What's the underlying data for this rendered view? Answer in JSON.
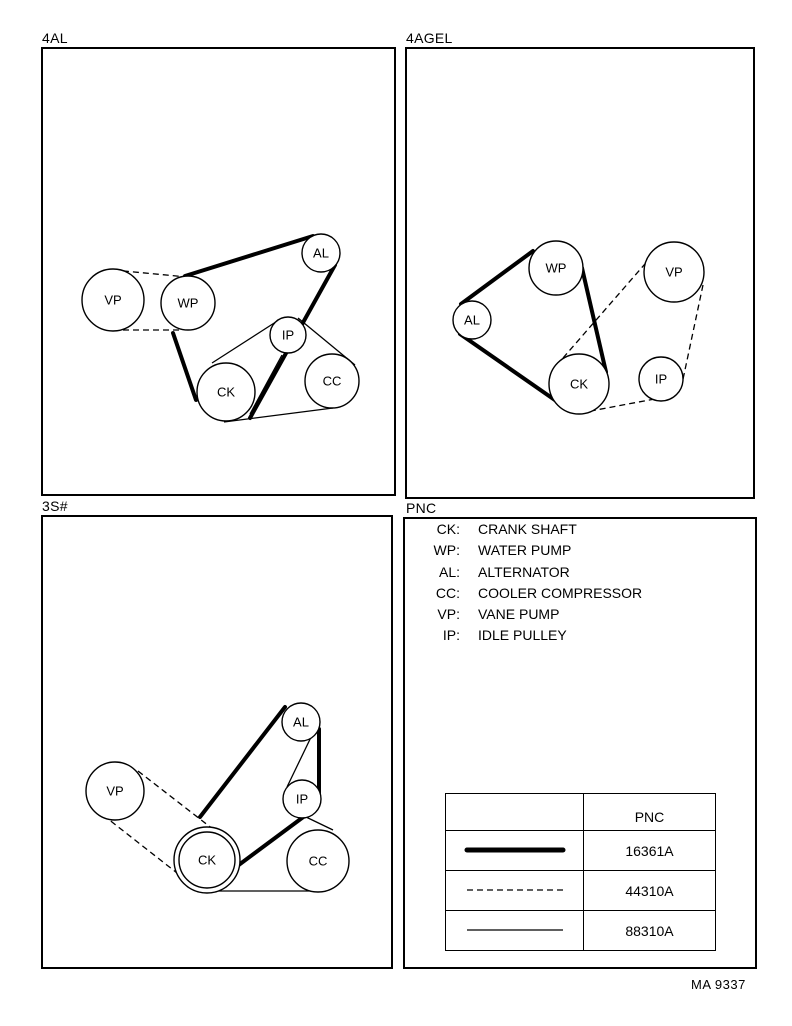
{
  "panels": {
    "p1_label": "4AL",
    "p2_label": "4AGEL",
    "p3_label": "3S#",
    "p4_label": "PNC"
  },
  "pulleys": {
    "ck": "CK",
    "wp": "WP",
    "al": "AL",
    "cc": "CC",
    "vp": "VP",
    "ip": "IP"
  },
  "legend": {
    "items": [
      {
        "abbr": "CK:",
        "desc": "CRANK SHAFT"
      },
      {
        "abbr": "WP:",
        "desc": "WATER PUMP"
      },
      {
        "abbr": "AL:",
        "desc": "ALTERNATOR"
      },
      {
        "abbr": "CC:",
        "desc": "COOLER COMPRESSOR"
      },
      {
        "abbr": "VP:",
        "desc": "VANE PUMP"
      },
      {
        "abbr": "IP:",
        "desc": "IDLE PULLEY"
      }
    ]
  },
  "pnc_table": {
    "header": "PNC",
    "rows": [
      {
        "line_style": "thick",
        "code": "16361A"
      },
      {
        "line_style": "dashed",
        "code": "44310A"
      },
      {
        "line_style": "thin",
        "code": "88310A"
      }
    ]
  },
  "reference": "MA 9337"
}
